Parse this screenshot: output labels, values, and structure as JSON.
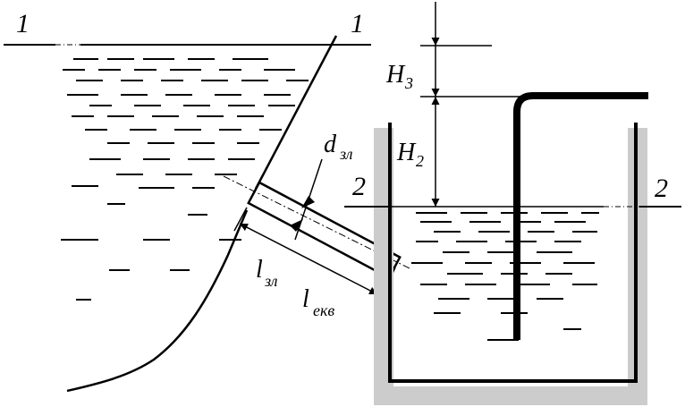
{
  "labels": {
    "section_1_left": "1",
    "section_1_right": "1",
    "section_2_left": "2",
    "section_2_right": "2",
    "h3_main": "H",
    "h3_sub": "3",
    "h2_main": "H",
    "h2_sub": "2",
    "dzl_main": "d",
    "dzl_sub": "зл",
    "lzl_main": "l",
    "lzl_sub": "зл",
    "lekv_main": "l",
    "lekv_sub": "екв"
  },
  "colors": {
    "line": "#000000",
    "tank_shadow": "#cccccc",
    "background": "#ffffff"
  }
}
